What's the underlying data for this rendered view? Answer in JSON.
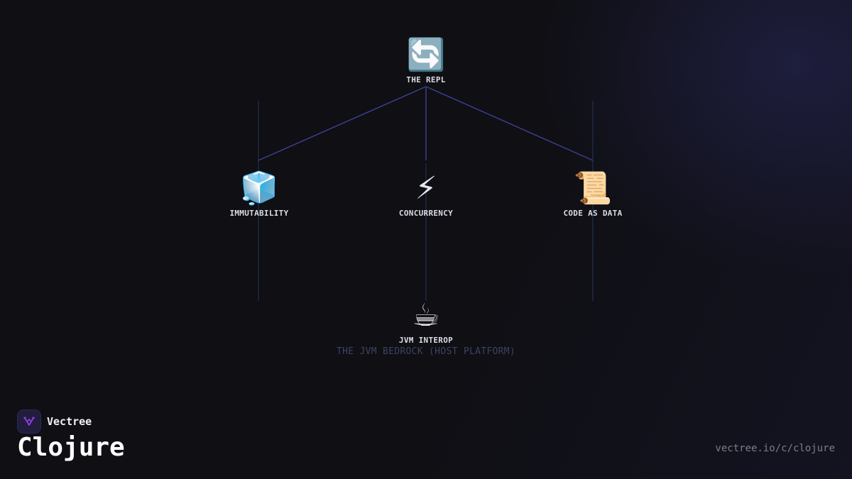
{
  "diagram": {
    "nodes": [
      {
        "id": "repl",
        "icon": "🔄",
        "icon_name": "repeat-arrows-icon",
        "label": "THE REPL"
      },
      {
        "id": "immutability",
        "icon": "🧊",
        "icon_name": "ice-cube-icon",
        "label": "IMMUTABILITY"
      },
      {
        "id": "concurrency",
        "icon": "⚡",
        "icon_name": "lightning-icon",
        "label": "CONCURRENCY"
      },
      {
        "id": "code-as-data",
        "icon": "📜",
        "icon_name": "scroll-icon",
        "label": "CODE AS DATA"
      },
      {
        "id": "jvm-interop",
        "icon": "☕",
        "icon_name": "hot-coffee-icon",
        "label": "JVM INTEROP"
      }
    ],
    "edges": [
      {
        "from": "repl",
        "to": "immutability"
      },
      {
        "from": "repl",
        "to": "concurrency"
      },
      {
        "from": "repl",
        "to": "code-as-data"
      }
    ],
    "foundation_label": "THE JVM BEDROCK (HOST PLATFORM)",
    "colors": {
      "edge": "#3b3f8f",
      "pillar": "#1f2a44"
    }
  },
  "brand": {
    "name": "Vectree",
    "logo_icon": "vectree-logo-icon",
    "logo_color": "#8b3fd9"
  },
  "page": {
    "title": "Clojure",
    "url": "vectree.io/c/clojure"
  }
}
